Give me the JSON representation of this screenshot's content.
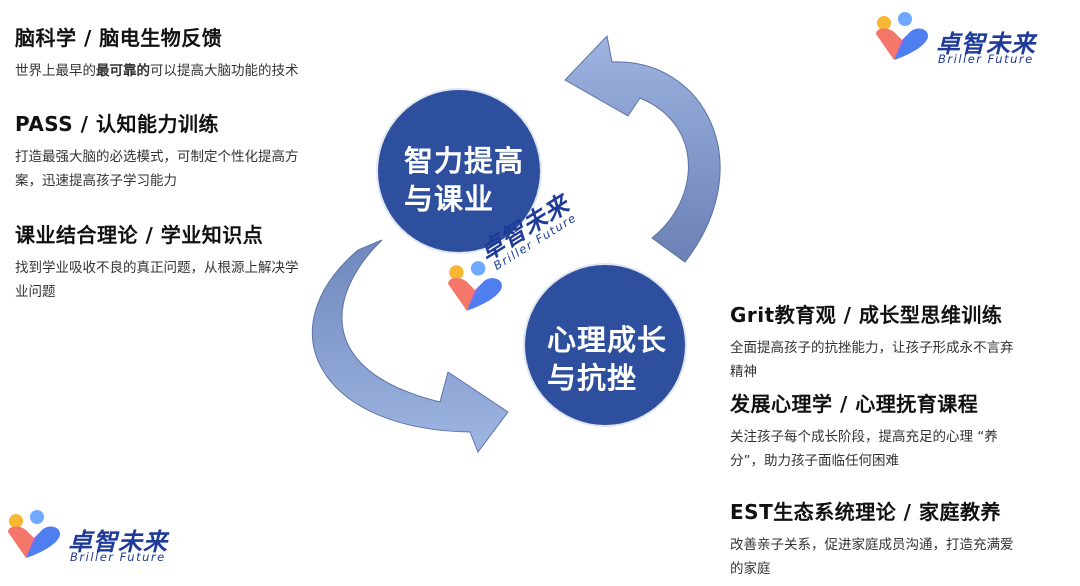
{
  "blocks": {
    "neuroscience": {
      "title": "脑科学 / 脑电生物反馈",
      "desc_prefix": "世界上最早的",
      "desc_bold": "最可靠的",
      "desc_suffix": "可以提高大脑功能的技术"
    },
    "pass": {
      "title": "PASS / 认知能力训练",
      "desc_line1": "打造最强大脑的必选模式，可制定个性化提高方",
      "desc_line2": "案，迅速提高孩子学习能力"
    },
    "curriculum": {
      "title": "课业结合理论 / 学业知识点",
      "desc_line1": "找到学业吸收不良的真正问题，从根源上解决学",
      "desc_line2": "业问题"
    },
    "grit": {
      "title": "Grit教育观 / 成长型思维训练",
      "desc_line1": "全面提高孩子的抗挫能力，让孩子形成永不言弃",
      "desc_line2": "精神"
    },
    "developmental": {
      "title": "发展心理学 / 心理抚育课程",
      "desc_line1": "关注孩子每个成长阶段，提高充足的心理 “养",
      "desc_line2": "分”，助力孩子面临任何困难"
    },
    "est": {
      "title": "EST生态系统理论 / 家庭教养",
      "desc_line1": "改善亲子关系，促进家庭成员沟通，打造充满爱",
      "desc_line2": "的家庭"
    }
  },
  "circles": {
    "top": {
      "line1": "智力提高",
      "line2": "与课业"
    },
    "bottom": {
      "line1": "心理成长",
      "line2": "与抗挫"
    }
  },
  "logo": {
    "cn": "卓智未来",
    "en": "Briller Future"
  },
  "colors": {
    "circle": "#2e4f9e",
    "arrow_light": "#8fa8d8",
    "arrow_dark": "#6d83b8",
    "logo_text": "#1f3b99"
  }
}
